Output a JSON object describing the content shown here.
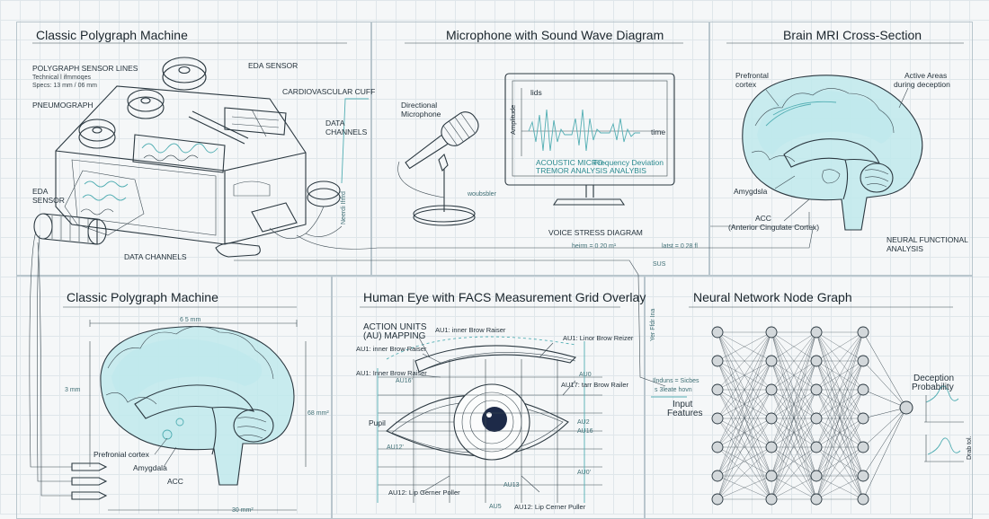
{
  "panels": {
    "polygraph_top": {
      "title": "Classic Polygraph Machine",
      "labels": {
        "sensor_lines": "POLYGRAPH SENSOR LINES",
        "tech_line1": "Technical l ifmmoqes",
        "tech_line2": "Specs: 13 mm / 06 mm",
        "eda_top": "EDA SENSOR",
        "cardio": "CARDIOVASCULAR CUFF",
        "pneumo": "PNEUMOGRAPH",
        "data_channels_1": "DATA",
        "data_channels_2": "CHANNELS",
        "eda_left_1": "EDA",
        "eda_left_2": "SENSOR",
        "data_channels_bottom": "DATA CHANNELS",
        "vertical_tag": "Neerdi Ifrfrd"
      }
    },
    "microphone": {
      "title": "Microphone with Sound Wave Diagram",
      "labels": {
        "directional_1": "Directional",
        "directional_2": "Microphone",
        "lids": "lids",
        "amplitude": "Amplitude",
        "time": "time",
        "acoustic_1": "ACOUSTIC MICRO-",
        "acoustic_2": "TREMOR ANALYSIS",
        "freq_1": "Frequency Deviation",
        "freq_2": "ANALYBIS",
        "voice_stress": "VOICE STRESS DIAGRAM",
        "measure_left": "heirm = 0 20 m¹",
        "measure_right": "latst = 0 28 fl",
        "cable_tag": "woubsbler"
      }
    },
    "brain_mri": {
      "title": "Brain MRI Cross-Section",
      "labels": {
        "prefrontal_1": "Prefrontal",
        "prefrontal_2": "cortex",
        "active_1": "Active Areas",
        "active_2": "during deception",
        "amygdala": "Amygdsla",
        "acc": "ACC",
        "acc_full": "(Anterior Cingulate Cortex)",
        "neural_1": "NEURAL FUNCTIONAL",
        "neural_2": "ANALYSIS",
        "sus": "SUS"
      }
    },
    "polygraph_bottom": {
      "title": "Classic Polygraph Machine",
      "labels": {
        "dim_top": "6 5 mm",
        "dim_left": "3 mm",
        "dim_right": "68 mm²",
        "prefrontal": "Prefronial cortex",
        "amygdala": "Amygdala",
        "acc": "ACC",
        "dim_bottom": "30 mm²"
      }
    },
    "eye": {
      "title": "Human Eye with FACS Measurement Grid Overlay",
      "labels": {
        "action_units_1": "ACTION UNITS",
        "action_units_2": "(AU) MAPPING",
        "au1_top": "AU1: inner Brow Raiser",
        "au1_left_a": "AU1: inner Brow Raiser",
        "au1_left_b": "AU1: Inner Brow Raiser",
        "au1_right": "AU1: Linor Brow Reizer",
        "au17_right": "AU17: tarr Brow Railer",
        "pupil": "Pupil",
        "au12_left": "AU12: Lip Gerner Poller",
        "au12_right": "AU12: Lip Cerner Puller",
        "tag_au16": "AU16'",
        "tag_au12a": "AU12'",
        "tag_au0": "AU0",
        "tag_au2": "AU2",
        "tag_au16b": "AU16",
        "tag_au0b": "AU0'",
        "tag_au13": "AU13",
        "tag_au5": "AU5"
      }
    },
    "neural_net": {
      "title": "Neural Network Node Graph",
      "labels": {
        "input_1": "Input",
        "input_2": "Features",
        "output_1": "Deception",
        "output_2": "Probability",
        "side_tag": "Drab tol.",
        "vertical_tag": "Yer Ffdr Ina",
        "note_1": "Ilnduns = Sicbes",
        "note_2": "s 3leate hovn"
      }
    }
  }
}
